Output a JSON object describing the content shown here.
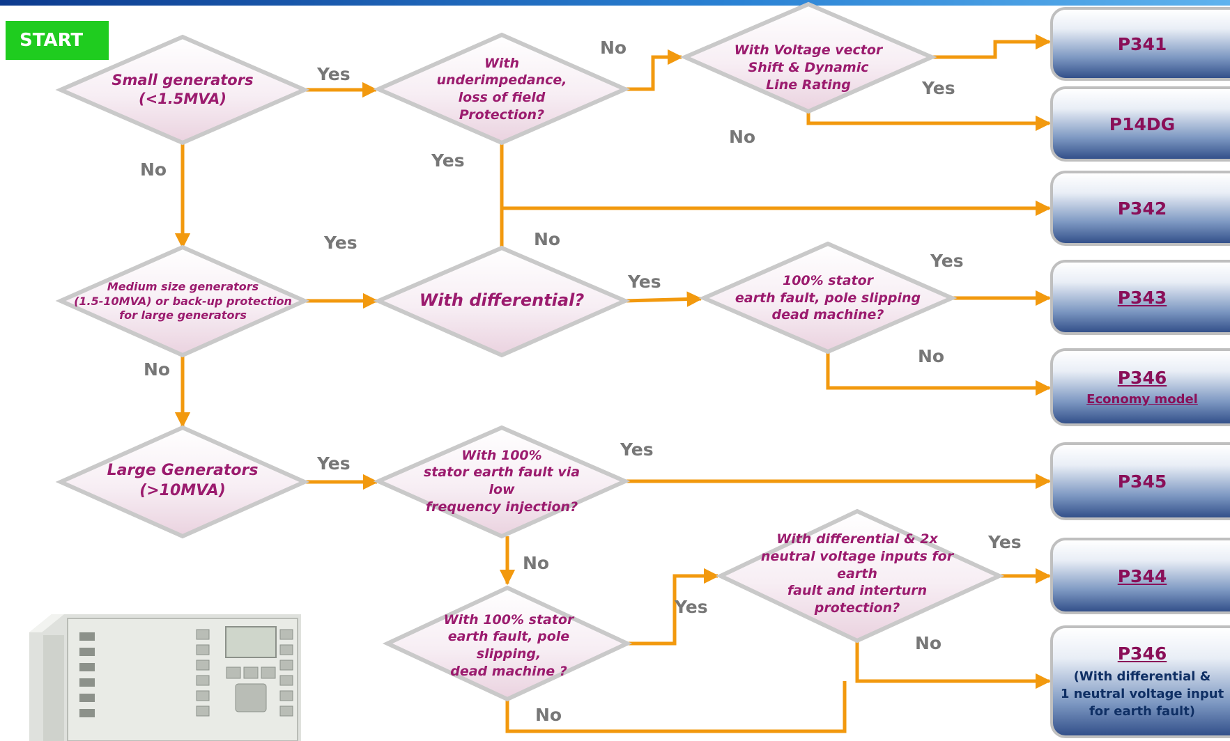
{
  "start_label": "START",
  "decisions": {
    "small": "Small generators\n(<1.5MVA)",
    "underimp": "With\nunderimpedance,\nloss of field\nProtection?",
    "vvs": "With Voltage vector\nShift & Dynamic\nLine Rating",
    "medium": "Medium size generators\n(1.5-10MVA) or back-up protection\nfor large generators",
    "diff": "With differential?",
    "stator100": "100% stator\nearth fault, pole slipping\ndead machine?",
    "large": "Large Generators\n(>10MVA)",
    "lowfreq": "With 100%\nstator earth fault via low\nfrequency injection?",
    "diff2x": "With differential & 2x\nneutral voltage inputs for earth\nfault and interturn\nprotection?",
    "stator100b": "With 100% stator\nearth fault, pole slipping,\ndead machine ?"
  },
  "edge_labels": {
    "yes": "Yes",
    "no": "No"
  },
  "products": {
    "p341": {
      "code": "P341"
    },
    "p14dg": {
      "code": "P14DG"
    },
    "p342": {
      "code": "P342"
    },
    "p343": {
      "code": "P343"
    },
    "p346a": {
      "code": "P346",
      "sub": "Economy model"
    },
    "p345": {
      "code": "P345"
    },
    "p344": {
      "code": "P344"
    },
    "p346b": {
      "code": "P346",
      "note": "(With differential &\n1 neutral voltage input\nfor earth fault)"
    }
  },
  "relay_image": "relay-device",
  "colors": {
    "arrow": "#f2990e",
    "decision_text": "#9b1b6e",
    "start_bg": "#1fcc1f",
    "product_text": "#8a0f58",
    "edge_label": "#777777"
  }
}
